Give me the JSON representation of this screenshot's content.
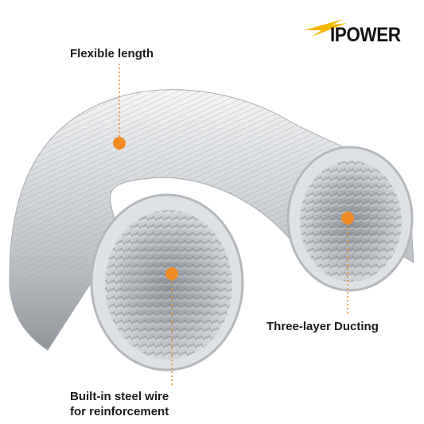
{
  "logo": {
    "text": "IPOWER",
    "bolt_color": "#f5b800"
  },
  "callouts": {
    "flexible_length": "Flexible length",
    "three_layer": "Three-layer Ducting",
    "steel_wire_line1": "Built-in steel wire",
    "steel_wire_line2": "for reinforcement"
  },
  "colors": {
    "accent": "#f08a24",
    "foil_light": "#eef0f2",
    "foil_dark": "#8a8f96"
  }
}
